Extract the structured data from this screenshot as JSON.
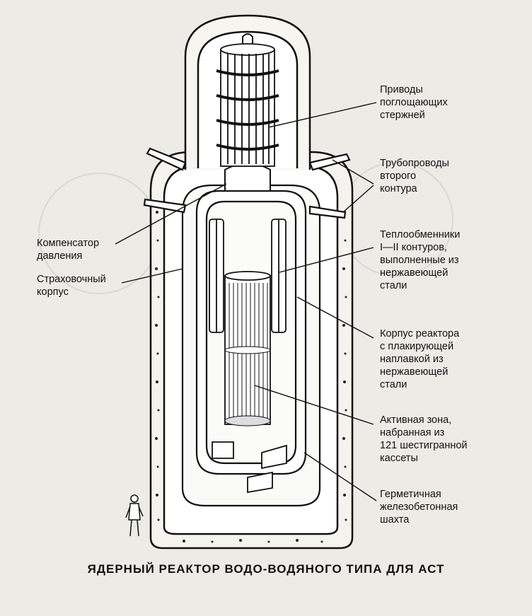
{
  "labels": {
    "drives": [
      "Приводы",
      "поглощающих",
      "стержней"
    ],
    "pipelines": [
      "Трубопроводы",
      "второго",
      "контура"
    ],
    "heat_exchangers": [
      "Теплообменники",
      "I—II контуров,",
      "выполненные из",
      "нержавеющей",
      "стали"
    ],
    "reactor_vessel": [
      "Корпус реактора",
      "с плакирующей",
      "наплавкой из",
      "нержавеющей",
      "стали"
    ],
    "core": [
      "Активная зона,",
      "набранная из",
      "121 шестигранной",
      "кассеты"
    ],
    "shaft": [
      "Герметичная",
      "железобетонная",
      "шахта"
    ],
    "pressurizer": [
      "Компенсатор",
      "давления"
    ],
    "guard_vessel": [
      "Страховочный",
      "корпус"
    ]
  },
  "caption": "ЯДЕРНЫЙ РЕАКТОР ВОДО-ВОДЯНОГО ТИПА ДЛЯ АСТ"
}
